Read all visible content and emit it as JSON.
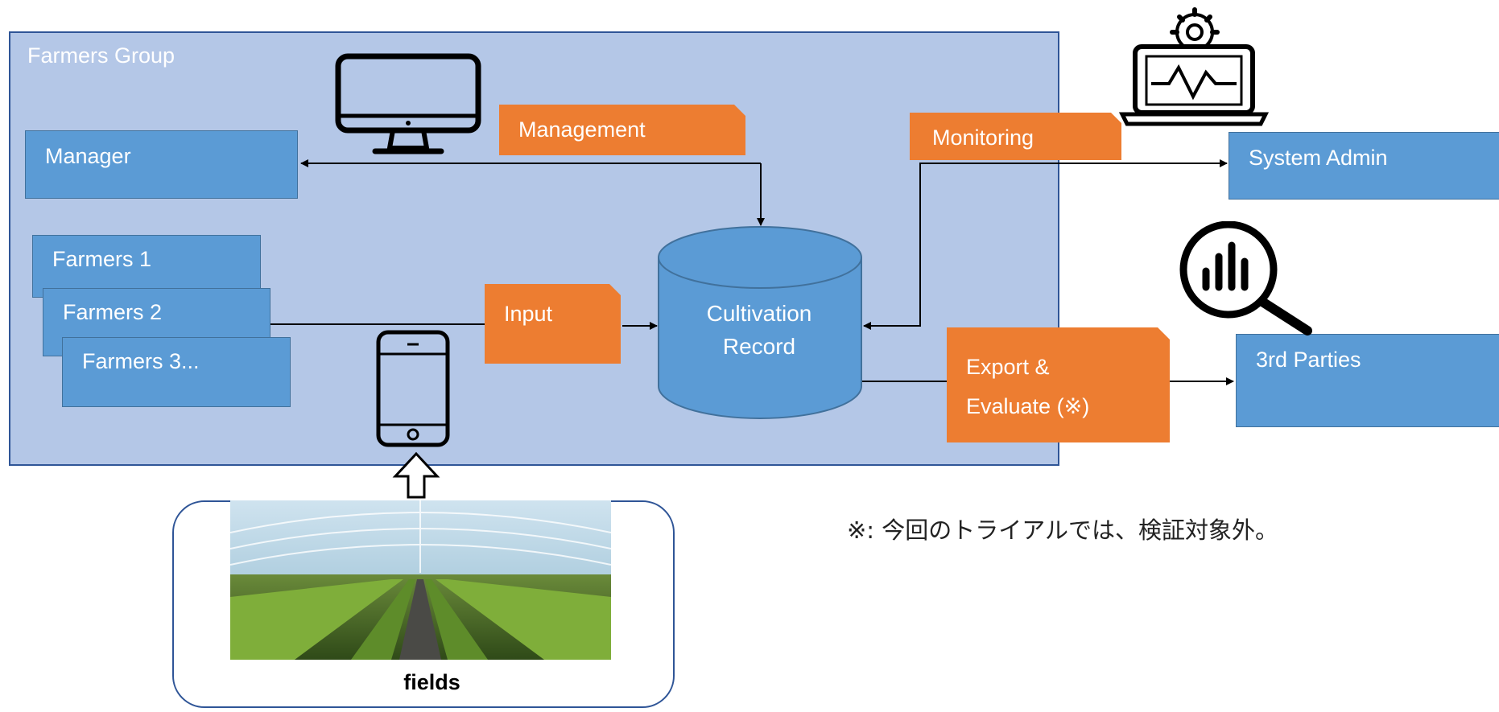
{
  "group": {
    "title": "Farmers Group"
  },
  "nodes": {
    "manager": "Manager",
    "farmers": [
      "Farmers  1",
      "Farmers  2",
      "Farmers  3..."
    ],
    "system_admin": "System Admin",
    "third_parties": "3rd Parties",
    "database": {
      "line1": "Cultivation",
      "line2": "Record"
    }
  },
  "flows": {
    "management": "Management",
    "input": "Input",
    "monitoring": "Monitoring",
    "export_line1": "Export &",
    "export_line2": "Evaluate (※)"
  },
  "fields": {
    "label": "fields"
  },
  "note": "※: 今回のトライアルでは、検証対象外。",
  "icons": [
    "monitor-icon",
    "smartphone-icon",
    "laptop-gear-icon",
    "magnifier-chart-icon",
    "up-arrow-icon",
    "greenhouse-photo"
  ],
  "colors": {
    "group_fill": "#b4c7e7",
    "box_blue": "#5b9bd5",
    "flow_orange": "#ed7d31",
    "border": "#2f5597"
  }
}
